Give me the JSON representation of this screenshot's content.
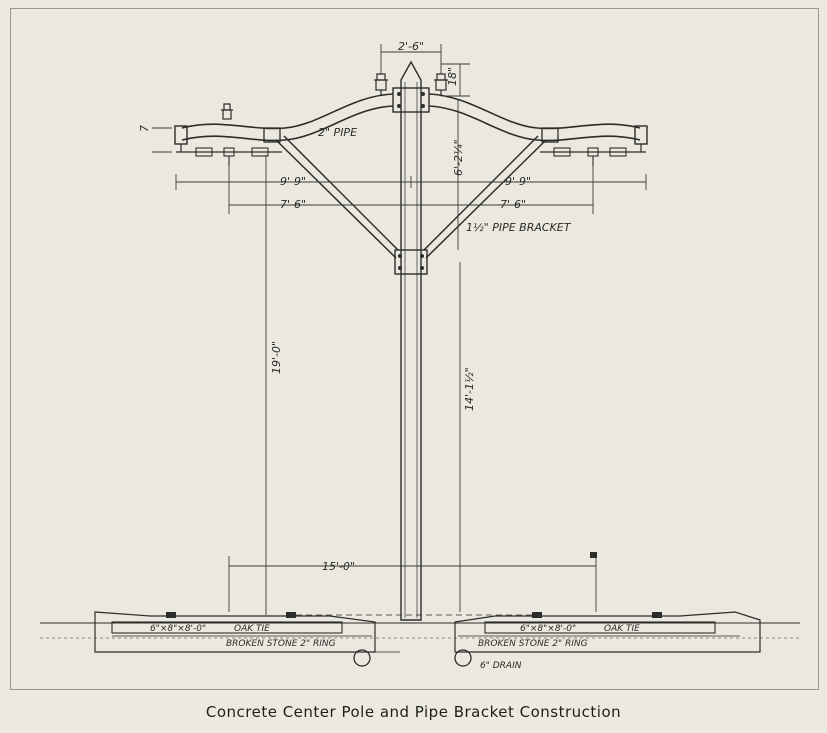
{
  "caption": "Concrete Center Pole and Pipe Bracket Construction",
  "labels": {
    "top_span": "2'-6\"",
    "insulator_height": "18\"",
    "pipe": "2\" PIPE",
    "bracket_drop": "6'-2¼\"",
    "arm_left": "9'-9\"",
    "arm_right": "9'-9\"",
    "wire_left": "7'-6\"",
    "wire_right": "7'-6\"",
    "pipe_bracket": "1½\" PIPE BRACKET",
    "wire_height": "19'-0\"",
    "bracket_height": "14'-1½\"",
    "track_spacing": "15'-0\"",
    "tie_left": "6\"×8\"×8'-0\"",
    "oak_tie_left": "OAK TIE",
    "stone_left": "BROKEN STONE 2\" RING",
    "tie_right": "6\"×8\"×8'-0\"",
    "oak_tie_right": "OAK TIE",
    "stone_right": "BROKEN STONE 2\" RING",
    "drain": "6\" DRAIN",
    "small_dim": "7"
  },
  "colors": {
    "paper": "#ebe9df",
    "ink": "#2c2c2a"
  }
}
